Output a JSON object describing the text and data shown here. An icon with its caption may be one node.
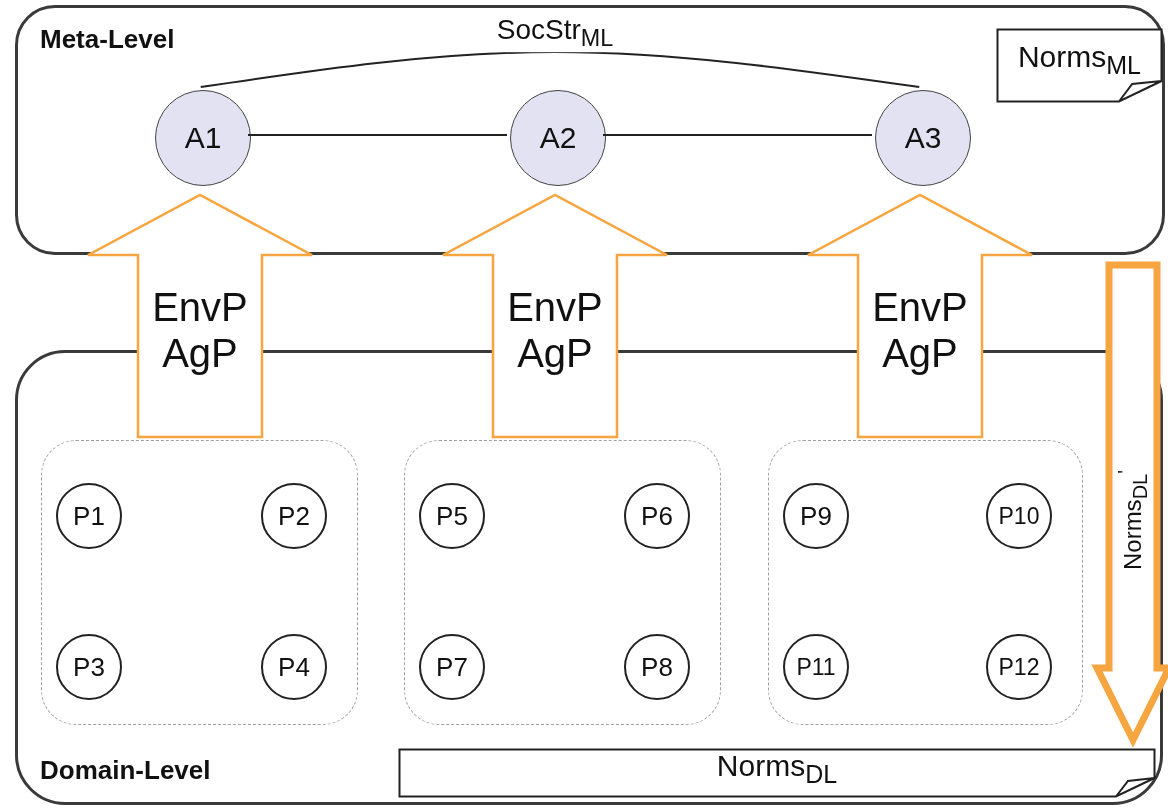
{
  "diagram": {
    "nodes": [
      {
        "text": [
          "Meta-Level"
        ]
      },
      {
        "text": [
          "A1"
        ],
        "in": 0
      },
      {
        "text": [
          "A2"
        ],
        "in": 0
      },
      {
        "text": [
          "A3"
        ],
        "in": 0
      },
      {
        "text": [
          "Norms$_{ML}$"
        ],
        "in": 0
      },
      {
        "text": [
          "Domain-Level"
        ]
      },
      {
        "text": [],
        "shape": "box",
        "in": 5
      },
      {
        "text": [
          "P1"
        ],
        "in": 6
      },
      {
        "text": [
          "P2"
        ],
        "in": 6
      },
      {
        "text": [
          "P3"
        ],
        "in": 6
      },
      {
        "text": [
          "P4"
        ],
        "in": 6
      },
      {
        "text": [],
        "shape": "box",
        "in": 5
      },
      {
        "text": [
          "P5"
        ],
        "in": 11
      },
      {
        "text": [
          "P6"
        ],
        "in": 11
      },
      {
        "text": [
          "P7"
        ],
        "in": 11
      },
      {
        "text": [
          "P8"
        ],
        "in": 11
      },
      {
        "text": [],
        "shape": "box",
        "in": 5
      },
      {
        "text": [
          "P9"
        ],
        "in": 16
      },
      {
        "text": [
          "P10"
        ],
        "in": 16
      },
      {
        "text": [
          "P11"
        ],
        "in": 16
      },
      {
        "text": [
          "P12"
        ],
        "in": 16
      },
      {
        "text": [
          "Norms$_{DL}$"
        ],
        "in": 5
      }
    ],
    "edges": [
      {
        "from": 1,
        "to": 2,
        "arrow": "none"
      },
      {
        "from": 2,
        "to": 3,
        "arrow": "none"
      },
      {
        "from": 1,
        "to": 3,
        "arrow": "none",
        "label": "SocStr$_{ML}$"
      },
      {
        "from": 6,
        "to": 1,
        "arrow": "to",
        "label": "EnvP AgP",
        "style": "thick",
        "color": "#f7a540"
      },
      {
        "from": 11,
        "to": 2,
        "arrow": "to",
        "label": "EnvP AgP",
        "style": "thick",
        "color": "#f7a540"
      },
      {
        "from": 16,
        "to": 3,
        "arrow": "to",
        "label": "EnvP AgP",
        "style": "thick",
        "color": "#f7a540"
      },
      {
        "from": 0,
        "to": 21,
        "arrow": "to",
        "label": "Norms$_{DL}$$^{'}$",
        "style": "thick",
        "color": "#f7a540"
      }
    ]
  }
}
